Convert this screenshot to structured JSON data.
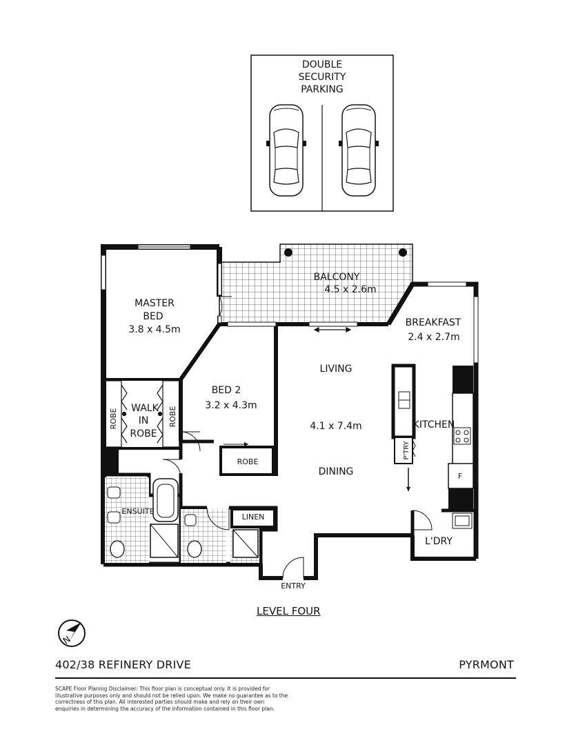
{
  "parking": {
    "title_lines": [
      "DOUBLE",
      "SECURITY",
      "PARKING"
    ]
  },
  "rooms": {
    "balcony": {
      "name": "BALCONY",
      "size": "4.5 x 2.6m"
    },
    "master_bed": {
      "name_lines": [
        "MASTER",
        "BED"
      ],
      "size": "3.8 x 4.5m"
    },
    "breakfast": {
      "name": "BREAKFAST",
      "size": "2.4 x 2.7m"
    },
    "bed2": {
      "name": "BED 2",
      "size": "3.2 x 4.3m"
    },
    "living": {
      "name": "LIVING"
    },
    "living_dining_size": "4.1 x 7.4m",
    "dining": {
      "name": "DINING"
    },
    "kitchen": {
      "name": "KITCHEN"
    },
    "walk_in_robe": {
      "name_lines": [
        "WALK",
        "IN",
        "ROBE"
      ]
    },
    "robe_left": "ROBE",
    "robe_right": "ROBE",
    "robe_bed2": "ROBE",
    "pantry": "P'TRY",
    "fridge": "F",
    "ensuite": "ENSUITE",
    "linen": "LINEN",
    "laundry": "L'DRY",
    "entry": "ENTRY"
  },
  "level_title": "LEVEL FOUR",
  "compass": {
    "label": "N",
    "icon": "north-arrow-icon"
  },
  "address": "402/38 REFINERY DRIVE",
  "suburb": "PYRMONT",
  "disclaimer": "SCAPE Floor Planing Disclaimer: This floor plan is conceptual only. It is provided for illustrative purposes only and should not be relied upon. We make no guarantee as to the correctness of this plan. All interested parties should make and rely on their own enquiries in determining the accuracy of the information contained in this floor plan."
}
